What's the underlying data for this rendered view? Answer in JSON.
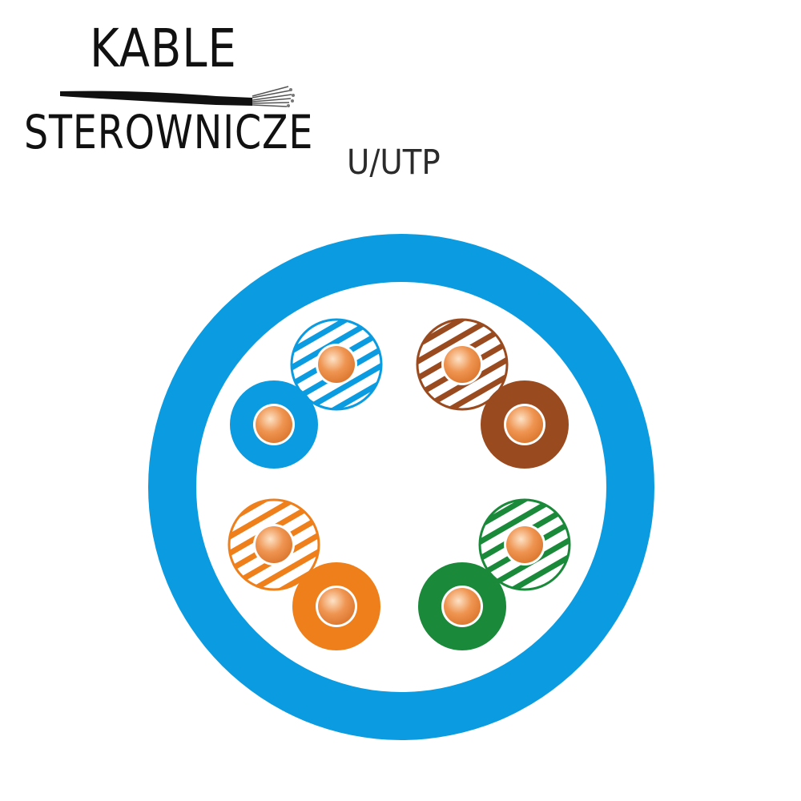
{
  "logo": {
    "line1": "KABLE",
    "line2": "STEROWNICZE",
    "icon": "stranded-cable-icon"
  },
  "cable_type": "U/UTP",
  "colors": {
    "jacket": "#0a9be0",
    "interior": "#ffffff",
    "blue": "#0a9be0",
    "brown": "#9a4a1f",
    "orange": "#ee7f1a",
    "green": "#1a8a3a",
    "copper": "#e98c43",
    "copper_highlight": "#fbd7b3"
  },
  "pairs": [
    {
      "pair": "blue",
      "wires": [
        "white-blue",
        "blue"
      ]
    },
    {
      "pair": "brown",
      "wires": [
        "white-brown",
        "brown"
      ]
    },
    {
      "pair": "orange",
      "wires": [
        "white-orange",
        "orange"
      ]
    },
    {
      "pair": "green",
      "wires": [
        "white-green",
        "green"
      ]
    }
  ]
}
